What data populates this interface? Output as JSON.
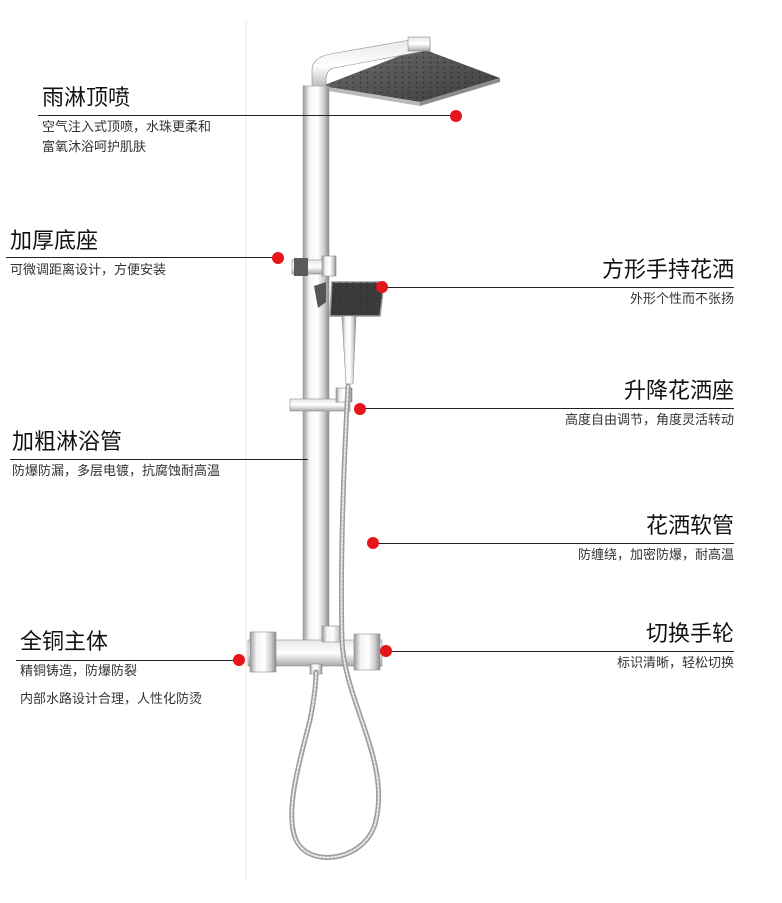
{
  "features": {
    "rain_shower": {
      "title": "雨淋顶喷",
      "desc_lines": [
        "空气注入式顶喷，水珠更柔和",
        "富氧沐浴呵护肌肤"
      ]
    },
    "thick_base": {
      "title": "加厚底座",
      "desc_lines": [
        "可微调距离设计，方便安装"
      ]
    },
    "square_handheld": {
      "title": "方形手持花洒",
      "desc_lines": [
        "外形个性而不张扬"
      ]
    },
    "lift_holder": {
      "title": "升降花洒座",
      "desc_lines": [
        "高度自由调节，角度灵活转动"
      ]
    },
    "thick_pipe": {
      "title": "加粗淋浴管",
      "desc_lines": [
        "防爆防漏，多层电镀，抗腐蚀耐高温"
      ]
    },
    "hose": {
      "title": "花洒软管",
      "desc_lines": [
        "防缠绕，加密防爆，耐高温"
      ]
    },
    "copper_body": {
      "title": "全铜主体",
      "desc_lines": [
        "精铜铸造，防爆防裂",
        "内部水路设计合理，人性化防烫"
      ]
    },
    "switch_wheel": {
      "title": "切换手轮",
      "desc_lines": [
        "标识清晰，轻松切换"
      ]
    }
  },
  "colors": {
    "marker": "#e6141b",
    "line": "#222222",
    "chrome_light": "#f2f2f2",
    "chrome_dark": "#7a7a7a"
  },
  "product_name": "shower-column-icon"
}
